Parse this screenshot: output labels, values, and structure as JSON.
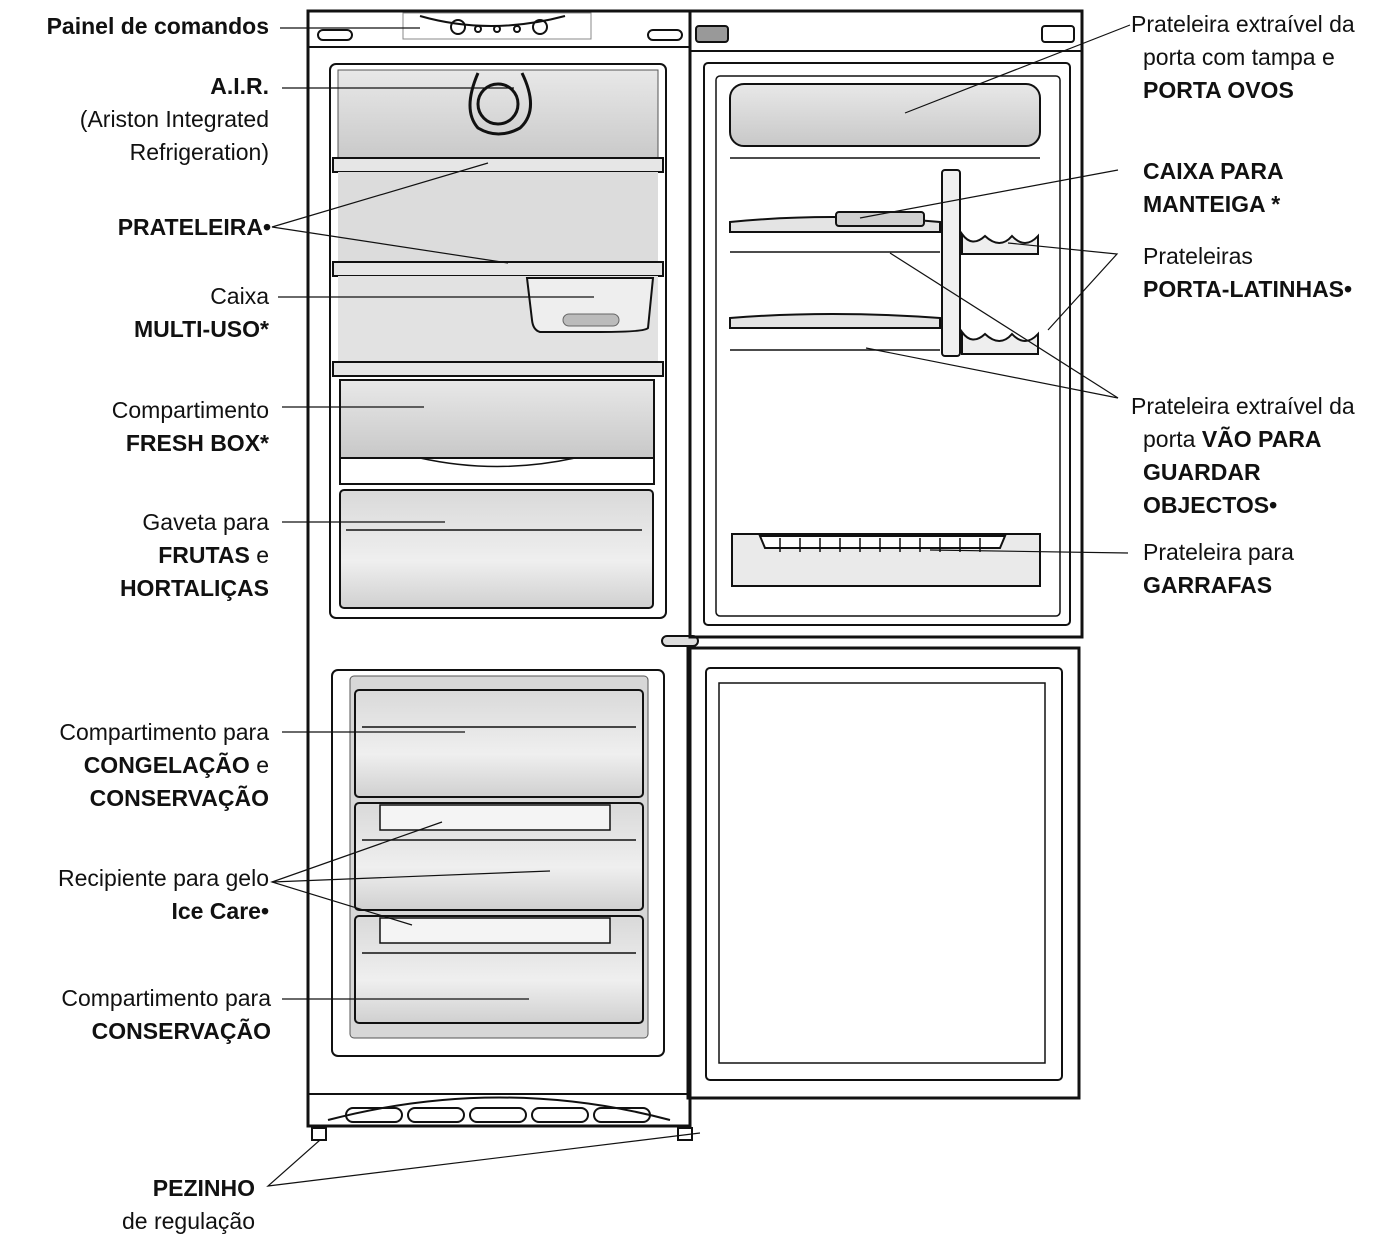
{
  "labels": {
    "painel": {
      "line1": "Painel de comandos"
    },
    "air": {
      "line1": "A.I.R.",
      "line2": "(Ariston Integrated",
      "line3": "Refrigeration)"
    },
    "prateleira": {
      "line1": "PRATELEIRA•"
    },
    "caixa_multi": {
      "line1": "Caixa",
      "line2": "MULTI-USO*"
    },
    "fresh_box": {
      "line1": "Compartimento",
      "line2": "FRESH BOX*"
    },
    "gaveta": {
      "line1": "Gaveta para",
      "line2a": "FRUTAS",
      "line2b": " e",
      "line3": "HORTALIÇAS"
    },
    "congelacao": {
      "line1": "Compartimento para",
      "line2a": "CONGELAÇÃO",
      "line2b": " e",
      "line3": "CONSERVAÇÃO"
    },
    "ice_care": {
      "line1": "Recipiente para gelo",
      "line2": "Ice Care•"
    },
    "conservacao": {
      "line1": "Compartimento para",
      "line2": "CONSERVAÇÃO"
    },
    "pezinho": {
      "line1": "PEZINHO",
      "line2": "de regulação"
    },
    "porta_ovos": {
      "line1": "Prateleira extraível da",
      "line2": "porta com tampa  e",
      "line3": "PORTA OVOS"
    },
    "manteiga": {
      "line1": "CAIXA PARA",
      "line2": "MANTEIGA *"
    },
    "latinhas": {
      "line1": "Prateleiras",
      "line2": "PORTA-LATINHAS•"
    },
    "vao": {
      "line1": "Prateleira extraível da",
      "line2a": "porta ",
      "line2b": "VÃO PARA",
      "line3": "GUARDAR",
      "line4": "OBJECTOS•"
    },
    "garrafas": {
      "line1": "Prateleira para",
      "line2": "GARRAFAS"
    }
  },
  "colors": {
    "line": "#111111",
    "shade": "#cfcfcf",
    "shade_dark": "#b8b8b8"
  }
}
